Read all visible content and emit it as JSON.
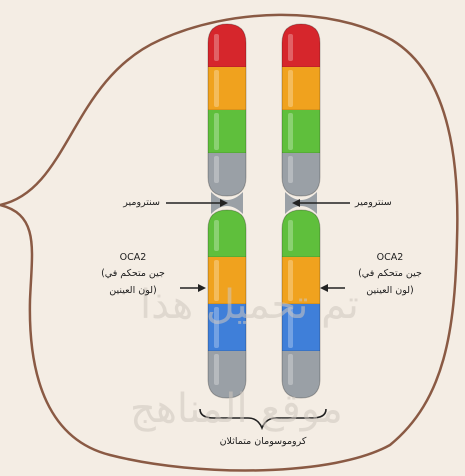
{
  "diagram": {
    "labels": {
      "centromere_left": "سنترومير",
      "centromere_right": "سنترومير",
      "gene_name_left": "OCA2",
      "gene_desc_left_1": "(جين متحكم في",
      "gene_desc_left_2": "لون العينين)",
      "gene_name_right": "OCA2",
      "gene_desc_right_1": "(جين متحكم في",
      "gene_desc_right_2": "لون العينين)",
      "pair_label": "كروموسومان متماثلان"
    },
    "watermark": {
      "line1": "تم تحميل هذا",
      "line2": "موقع المناهج"
    },
    "colors": {
      "background": "#f4ede4",
      "cell_outline": "#8a5a44",
      "band_red": "#d6262c",
      "band_orange": "#f0a21e",
      "band_green": "#5fbf3c",
      "band_gray": "#9aa0a6",
      "band_blue": "#3f7fd9",
      "pointer": "#222222"
    },
    "chromosomes": [
      {
        "name": "left-chromosome",
        "upper_arm_bands": [
          "band_red",
          "band_orange",
          "band_green",
          "band_gray"
        ],
        "lower_arm_bands": [
          "band_green",
          "band_orange",
          "band_blue",
          "band_gray"
        ]
      },
      {
        "name": "right-chromosome",
        "upper_arm_bands": [
          "band_red",
          "band_orange",
          "band_green",
          "band_gray"
        ],
        "lower_arm_bands": [
          "band_green",
          "band_orange",
          "band_blue",
          "band_gray"
        ]
      }
    ]
  }
}
